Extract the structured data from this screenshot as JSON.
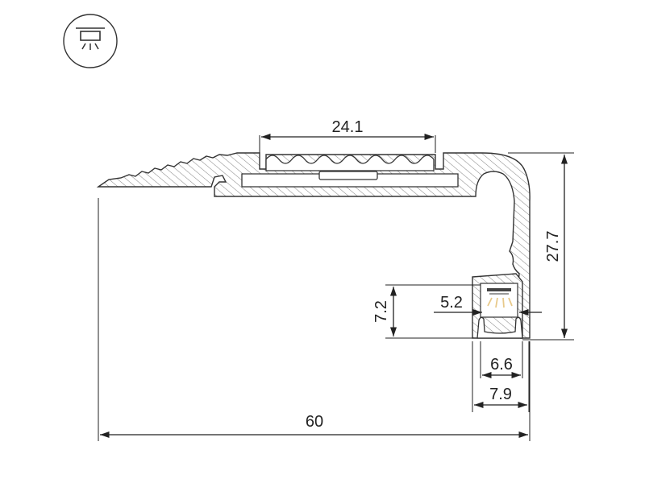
{
  "icon": {
    "name": "ceiling-light-icon"
  },
  "colors": {
    "line": "#222222",
    "hatch": "#8a8a8a",
    "led_glow": "#e8c98a"
  },
  "dimensions": {
    "top_channel_width": "24.1",
    "total_height": "27.7",
    "led_opening_height": "7.2",
    "led_channel_inner_height": "5.2",
    "diffuser_inner_width": "6.6",
    "diffuser_outer_width": "7.9",
    "total_width": "60"
  }
}
